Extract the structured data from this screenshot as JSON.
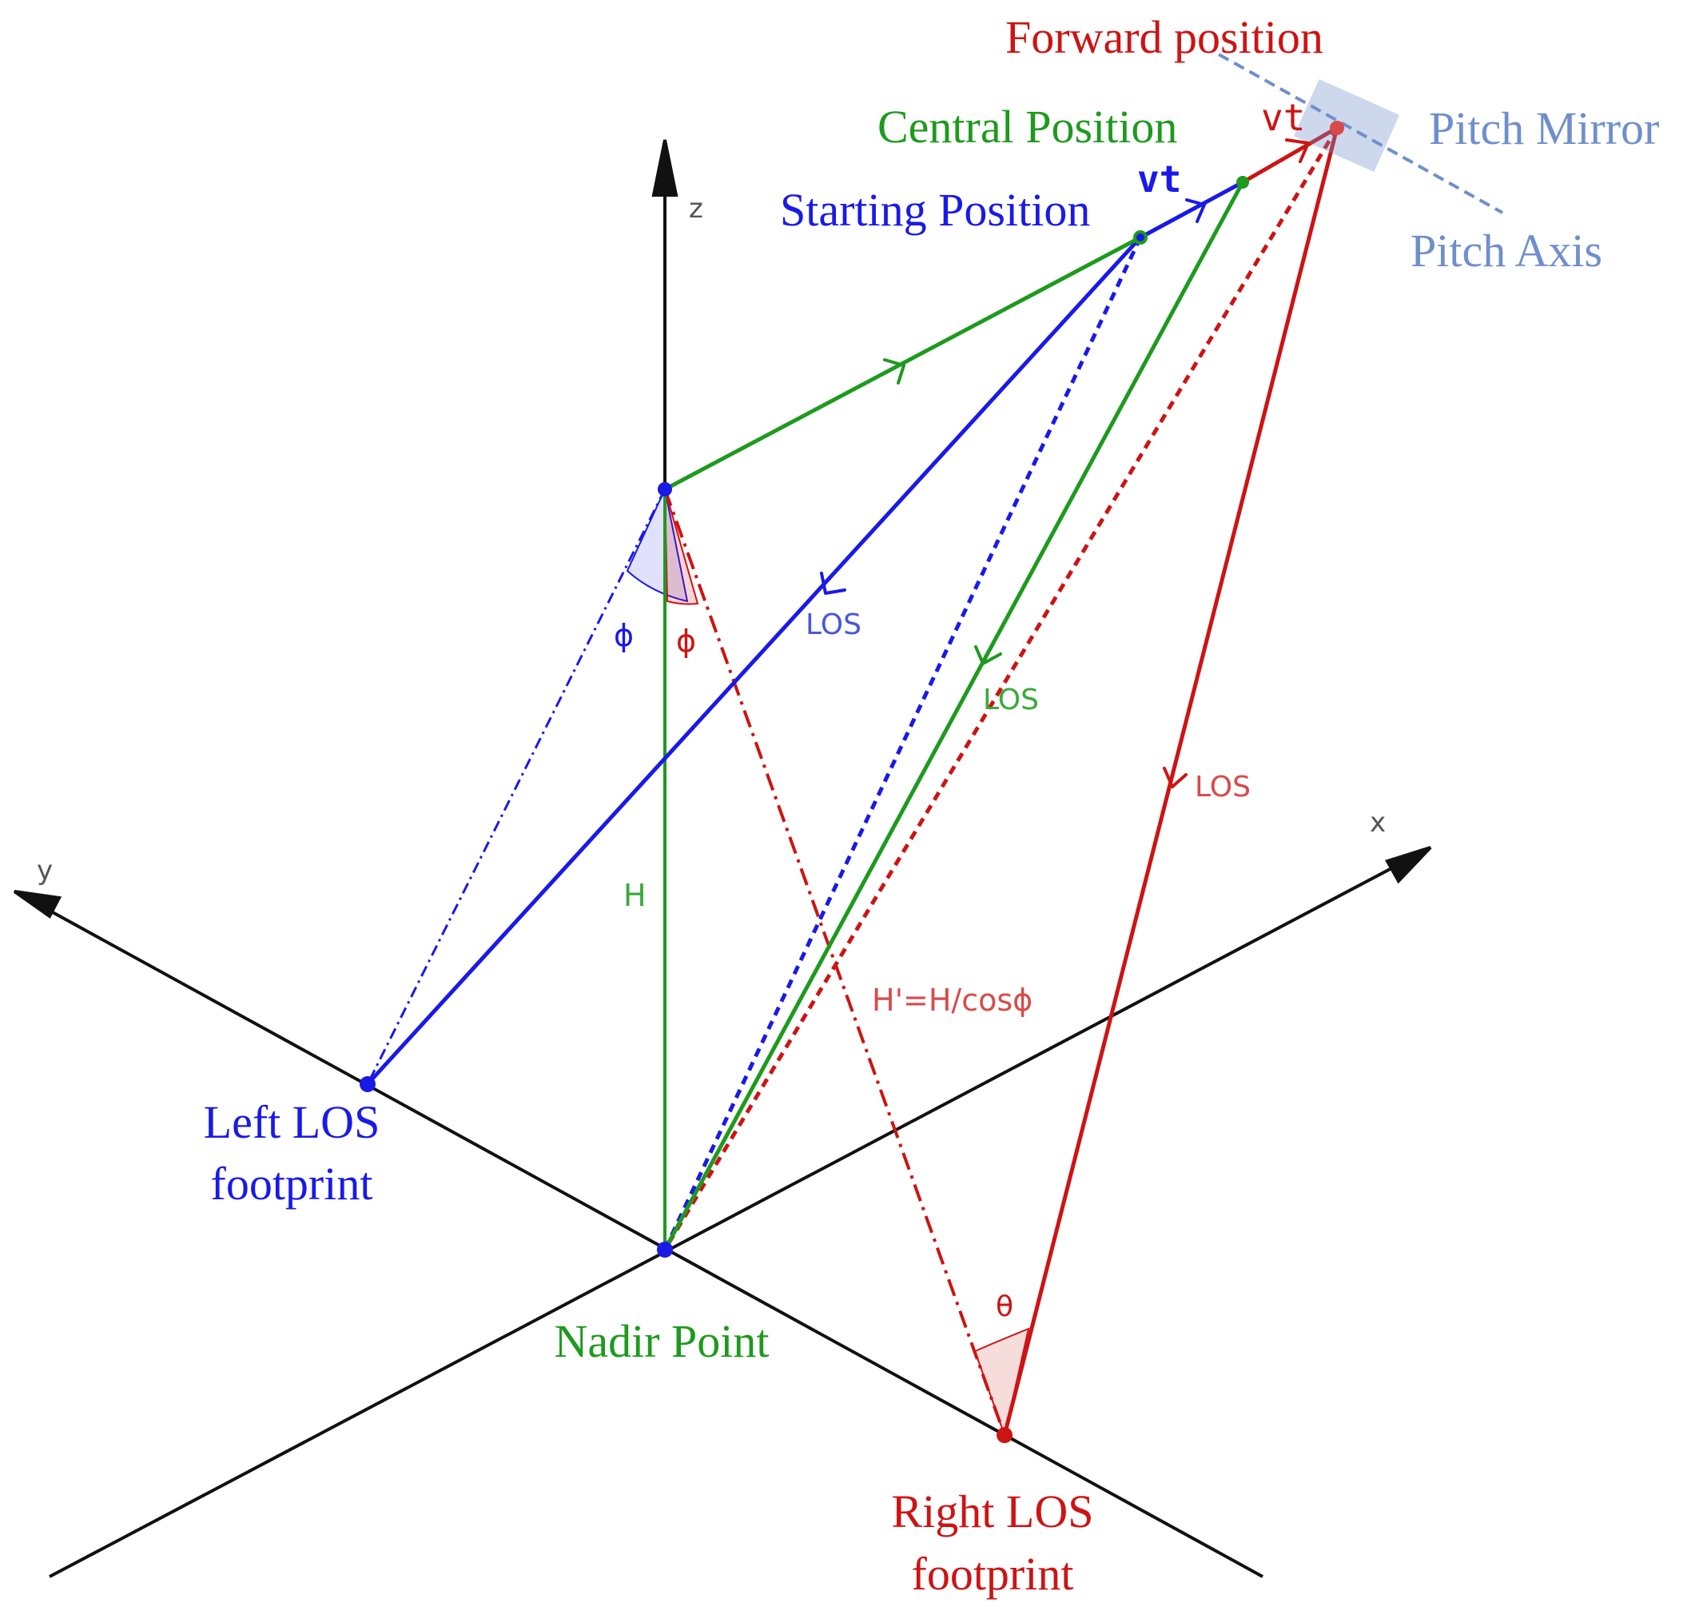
{
  "colors": {
    "blue": "#1a1ae6",
    "green": "#1e9a1e",
    "red": "#cc1414",
    "black": "#111111",
    "mirror": "#6f8fcc",
    "light_red": "#d94a4a",
    "light_green": "#3aaa3a",
    "light_blue": "#4a58d8"
  },
  "labels": {
    "forward_position": "Forward position",
    "central_position": "Central Position",
    "starting_position": "Starting Position",
    "pitch_mirror": "Pitch Mirror",
    "pitch_axis": "Pitch Axis",
    "vt_blue": "vt",
    "vt_red": "vt",
    "left_footprint_line1": "Left LOS",
    "left_footprint_line2": "footprint",
    "right_footprint_line1": "Right LOS",
    "right_footprint_line2": "footprint",
    "nadir_point": "Nadir Point",
    "axis_z": "z",
    "axis_x": "x",
    "axis_y": "y",
    "phi_left": "ϕ",
    "phi_right": "ϕ",
    "theta": "θ",
    "h": "H",
    "h_prime": "H'=H/cosϕ",
    "los_blue": "LOS",
    "los_green": "LOS",
    "los_red": "LOS"
  }
}
